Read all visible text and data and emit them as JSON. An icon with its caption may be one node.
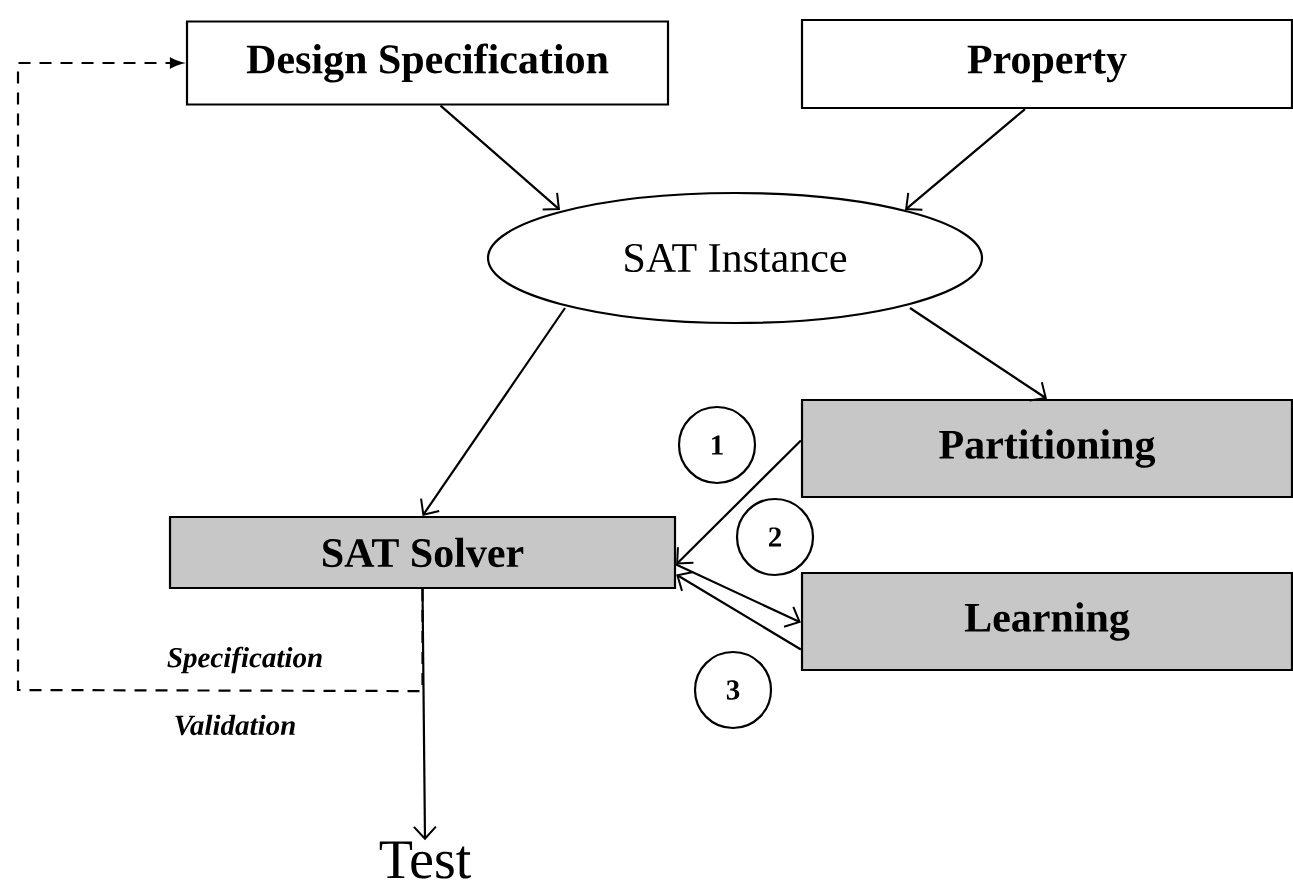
{
  "diagram": {
    "nodes": [
      {
        "text": [
          "Design Specification"
        ]
      },
      {
        "text": [
          "Property"
        ]
      },
      {
        "text": [
          "SAT Instance"
        ]
      },
      {
        "text": [
          "1"
        ]
      },
      {
        "text": [
          "Partitioning"
        ]
      },
      {
        "text": [
          "SAT Solver"
        ]
      },
      {
        "text": [
          "2"
        ]
      },
      {
        "text": [
          "Learning"
        ]
      },
      {
        "text": [
          "3"
        ]
      },
      {
        "text": [
          "Test"
        ]
      }
    ],
    "edges": [
      {
        "from": 0,
        "to": 2,
        "arrow": "to"
      },
      {
        "from": 1,
        "to": 2,
        "arrow": "to"
      },
      {
        "from": 2,
        "to": 5,
        "arrow": "to"
      },
      {
        "from": 2,
        "to": 4,
        "arrow": "to"
      },
      {
        "from": 4,
        "to": 5,
        "arrow": "to"
      },
      {
        "from": 5,
        "to": 7,
        "arrow": "to"
      },
      {
        "from": 7,
        "to": 5,
        "arrow": "to"
      },
      {
        "from": 5,
        "to": 9,
        "arrow": "to"
      },
      {
        "from": 5,
        "to": 0,
        "arrow": "to",
        "style": "dashed"
      }
    ],
    "labels": [
      "Specification",
      "Validation"
    ]
  }
}
